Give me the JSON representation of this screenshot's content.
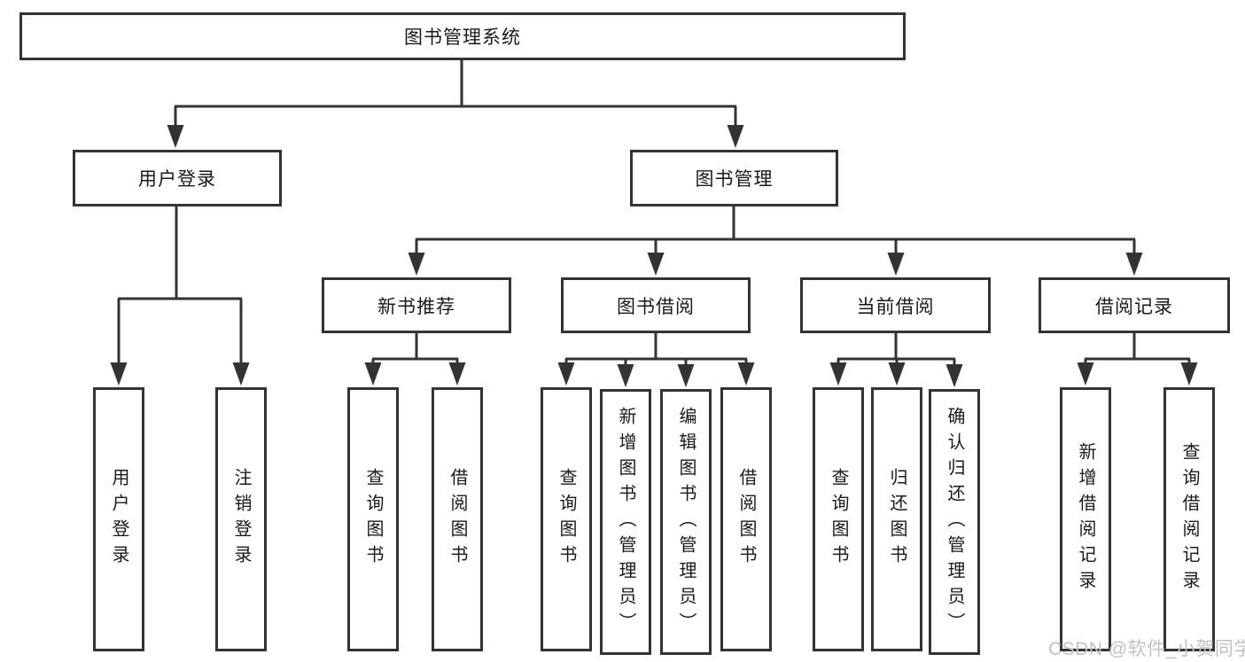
{
  "diagram": {
    "title": "图书管理系统",
    "root": {
      "label": "图书管理系统"
    },
    "level2": [
      {
        "label": "用户登录"
      },
      {
        "label": "图书管理"
      }
    ],
    "level3": [
      {
        "label": "新书推荐"
      },
      {
        "label": "图书借阅"
      },
      {
        "label": "当前借阅"
      },
      {
        "label": "借阅记录"
      }
    ],
    "leaves": {
      "user_login": [
        "用户登录",
        "注销登录"
      ],
      "new_book": [
        "查询图书",
        "借阅图书"
      ],
      "book_borrow": [
        "查询图书",
        "新增图书（管理员）",
        "编辑图书（管理员）",
        "借阅图书"
      ],
      "current_borrow": [
        "查询图书",
        "归还图书",
        "确认归还（管理员）"
      ],
      "borrow_record": [
        "新增借阅记录",
        "查询借阅记录"
      ]
    }
  },
  "watermark": {
    "text": "CSDN @软件_小贺同学"
  },
  "colors": {
    "line": "#333333",
    "text": "#1a1a1a",
    "background": "#ffffff",
    "watermark": "#c6c0c0"
  }
}
